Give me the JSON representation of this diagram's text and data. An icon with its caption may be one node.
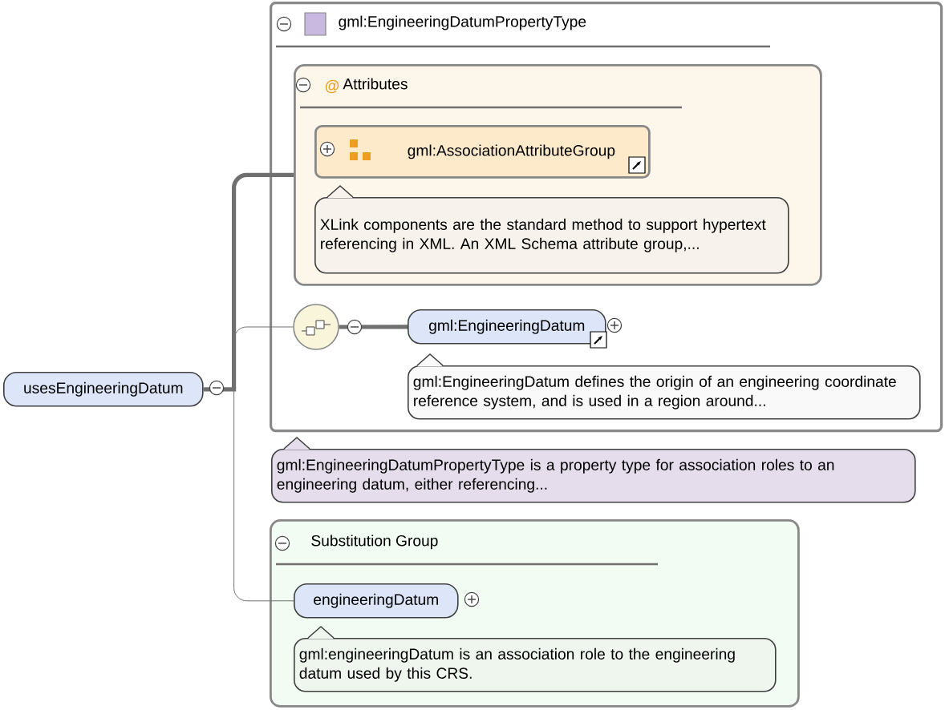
{
  "diagram": {
    "nodes": [
      {
        "text": [
          "usesEngineeringDatum"
        ]
      },
      {
        "text": [
          "gml:EngineeringDatumPropertyType"
        ]
      },
      {
        "text": [
          "Attributes"
        ],
        "in": 1
      },
      {
        "text": [
          "gml:AssociationAttributeGroup"
        ],
        "in": 2
      },
      {
        "text": [
          "XLink components are the standard method to support hypertext referencing in XML. An XML Schema attribute group,..."
        ],
        "in": 2
      },
      {
        "text": [],
        "shape": "circle",
        "in": 1
      },
      {
        "text": [
          "gml:EngineeringDatum"
        ],
        "in": 1
      },
      {
        "text": [
          "gml:EngineeringDatum defines the origin of an engineering coordinate reference system, and is used in a region around..."
        ],
        "in": 1
      },
      {
        "text": [
          "gml:EngineeringDatumPropertyType is a property type for association roles to an engineering datum, either referencing..."
        ]
      },
      {
        "text": [
          "Substitution Group"
        ]
      },
      {
        "text": [
          "engineeringDatum"
        ],
        "in": 9
      },
      {
        "text": [
          "gml:engineeringDatum is an association role to the engineering datum used by this CRS."
        ],
        "in": 9
      }
    ],
    "edges": [
      {
        "from": 0,
        "to": 2,
        "arrow": "none",
        "style": "thick"
      },
      {
        "from": 0,
        "to": 5,
        "arrow": "none"
      },
      {
        "from": 0,
        "to": 10,
        "arrow": "none"
      },
      {
        "from": 5,
        "to": 6,
        "arrow": "none",
        "style": "thick"
      }
    ],
    "labels": [
      "@"
    ]
  }
}
